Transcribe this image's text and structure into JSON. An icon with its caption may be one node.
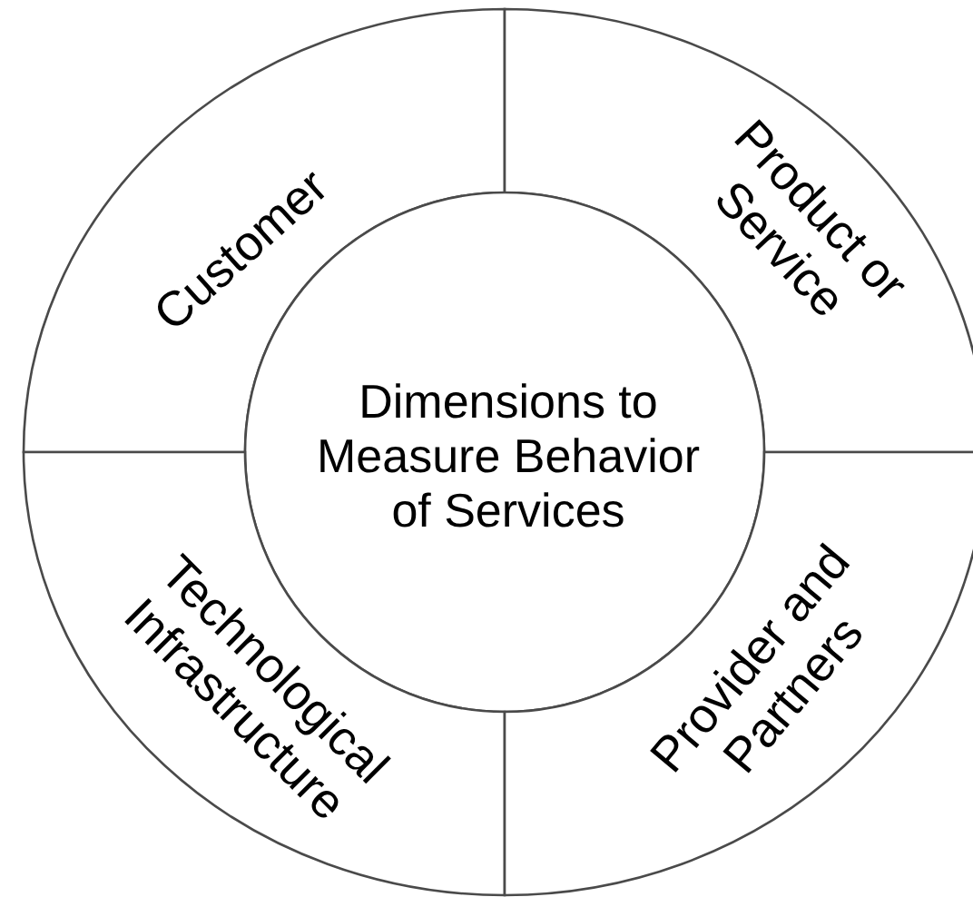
{
  "diagram": {
    "nodes": [
      {
        "text": [
          "Customer"
        ]
      },
      {
        "text": [
          "Product or Service"
        ]
      },
      {
        "text": [
          "Dimensions to Measure Behavior of Services"
        ]
      },
      {
        "text": [
          "Technological Infrastructure"
        ]
      },
      {
        "text": [
          "Provider and Partners"
        ]
      }
    ]
  }
}
